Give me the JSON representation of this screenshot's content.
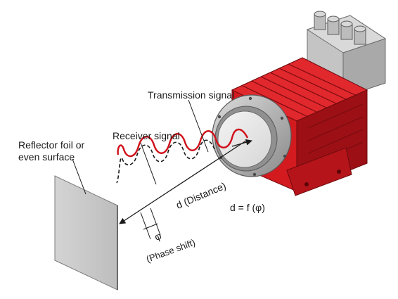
{
  "labels": {
    "reflector_line1": "Reflector foil or",
    "reflector_line2": "even surface",
    "receiver_signal": "Receiver signal",
    "transmission_signal": "Transmission signal",
    "distance": "d (Distance)",
    "formula": "d = f (φ)",
    "phi": "φ",
    "phase_shift": "(Phase shift)"
  },
  "colors": {
    "device_red": "#d21a1f",
    "device_red_dark": "#9c1015",
    "signal_red": "#d0101a",
    "housing_grey": "#b8b8b8",
    "reflector_grey": "#c9c9c9",
    "text": "#1a1a1a"
  },
  "icons": {
    "device": "laser-distance-sensor-illustration",
    "reflector": "reflector-panel"
  }
}
